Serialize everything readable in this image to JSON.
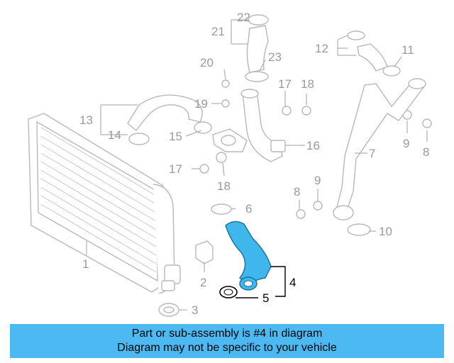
{
  "colors": {
    "highlight_part": "#3fb7ec",
    "banner_background": "#4db9f2",
    "part_line": "#b8b8b8",
    "callout_text": "#9a9a9a",
    "highlight_text": "#000000"
  },
  "callouts": {
    "c1": "1",
    "c2": "2",
    "c3": "3",
    "c4": "4",
    "c5": "5",
    "c6": "6",
    "c7": "7",
    "c8a": "8",
    "c8b": "8",
    "c9a": "9",
    "c9b": "9",
    "c10": "10",
    "c11": "11",
    "c12": "12",
    "c13": "13",
    "c14": "14",
    "c15": "15",
    "c16": "16",
    "c17a": "17",
    "c17b": "17",
    "c18a": "18",
    "c18b": "18",
    "c19": "19",
    "c20": "20",
    "c21": "21",
    "c22": "22",
    "c23": "23"
  },
  "banner": {
    "line1": "Part or sub-assembly is #4 in diagram",
    "line2": "Diagram may not be specific to your vehicle"
  }
}
